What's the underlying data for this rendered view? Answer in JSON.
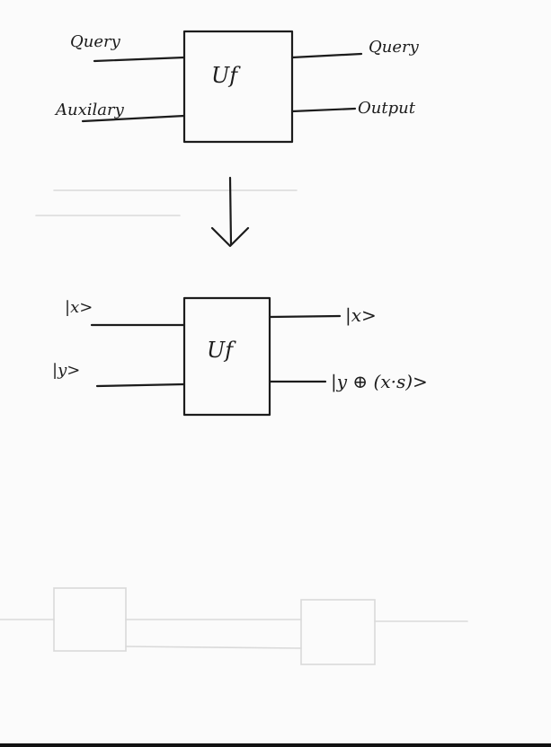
{
  "top_circuit": {
    "input_top": "Query",
    "input_bottom": "Auxilary",
    "gate": "Uf",
    "output_top": "Query",
    "output_bottom": "Output"
  },
  "bottom_circuit": {
    "input_top": "|x>",
    "input_bottom": "|y>",
    "gate": "Uf",
    "output_top": "|x>",
    "output_bottom": "|y ⊕ (x·s)>"
  },
  "colors": {
    "ink": "#1c1c1c",
    "paper": "#fbfbfb",
    "ghost": "#d9d9d9"
  }
}
